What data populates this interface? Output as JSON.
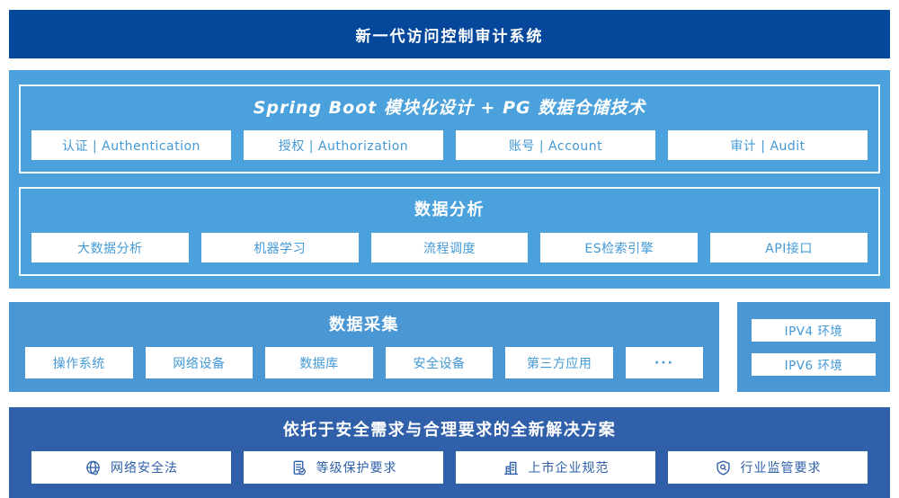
{
  "banner": {
    "title": "新一代访问控制审计系统"
  },
  "platform": {
    "modules": {
      "title": "Spring Boot 模块化设计 + PG 数据仓储技术",
      "items": [
        "认证 | Authentication",
        "授权 | Authorization",
        "账号 | Account",
        "审计 | Audit"
      ]
    },
    "analysis": {
      "title": "数据分析",
      "items": [
        "大数据分析",
        "机器学习",
        "流程调度",
        "ES检索引擎",
        "API接口"
      ]
    }
  },
  "collection": {
    "title": "数据采集",
    "items": [
      "操作系统",
      "网络设备",
      "数据库",
      "安全设备",
      "第三方应用",
      "···"
    ]
  },
  "environments": {
    "items": [
      "IPV4 环境",
      "IPV6 环境"
    ]
  },
  "solution": {
    "title": "依托于安全需求与合理要求的全新解决方案",
    "items": [
      {
        "icon": "globe-icon",
        "label": "网络安全法"
      },
      {
        "icon": "document-check-icon",
        "label": "等级保护要求"
      },
      {
        "icon": "building-icon",
        "label": "上市企业规范"
      },
      {
        "icon": "shield-magnifier-icon",
        "label": "行业监管要求"
      }
    ]
  },
  "colors": {
    "banner_bg": "#04479B",
    "platform_bg": "#4AA1DC",
    "collection_bg": "#4A97D4",
    "solution_bg": "#3160AB",
    "box_text_light": "#4399D6",
    "box_text_dark": "#2E5FA8"
  }
}
